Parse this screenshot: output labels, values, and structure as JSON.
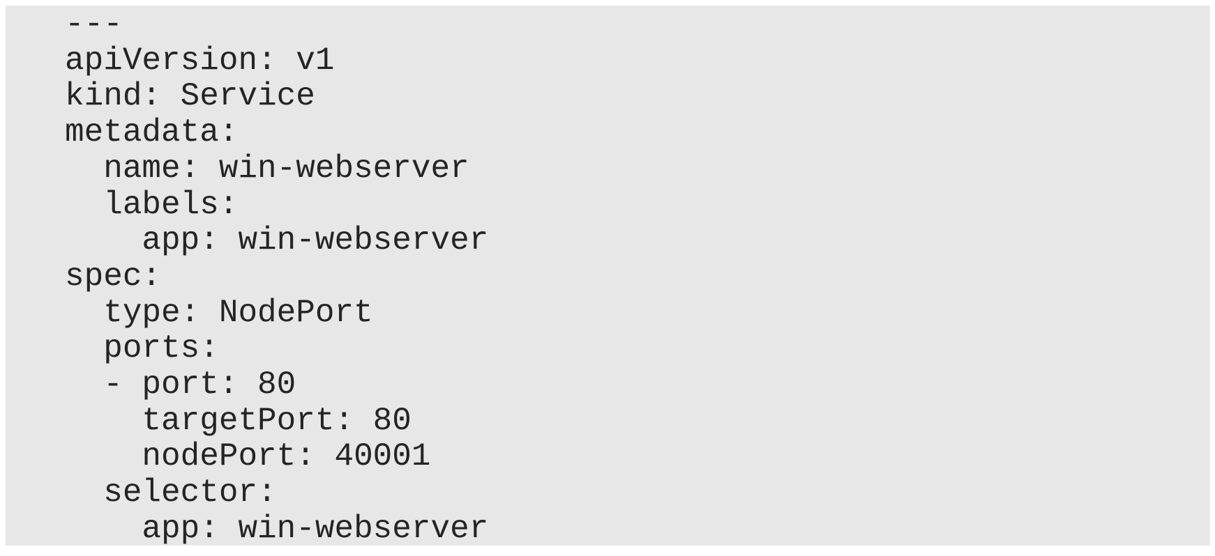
{
  "page": {
    "background_color": "#ffffff"
  },
  "code_block": {
    "background_color": "#e7e7e7",
    "text_color": "#242424",
    "lines": [
      "---",
      "apiVersion: v1",
      "kind: Service",
      "metadata:",
      "  name: win-webserver",
      "  labels:",
      "    app: win-webserver",
      "spec:",
      "  type: NodePort",
      "  ports:",
      "  - port: 80",
      "    targetPort: 80",
      "    nodePort: 40001",
      "  selector:",
      "    app: win-webserver"
    ]
  }
}
